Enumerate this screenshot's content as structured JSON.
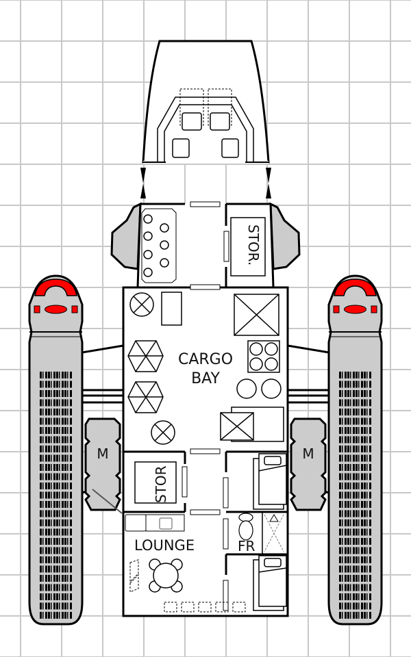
{
  "title": "Ship deck plan",
  "colors": {
    "grid": "#c8c8c8",
    "hull": "#ffffff",
    "nacelle": "#cccccc",
    "accent": "#ff0000",
    "line": "#000000"
  },
  "labels": {
    "cargo_1": "CARGO",
    "cargo_2": "BAY",
    "storage_upper": "STOR.",
    "storage_lower": "STOR",
    "lounge": "LOUNGE",
    "fresher": "FR",
    "pod_left": "M",
    "pod_right": "M"
  }
}
